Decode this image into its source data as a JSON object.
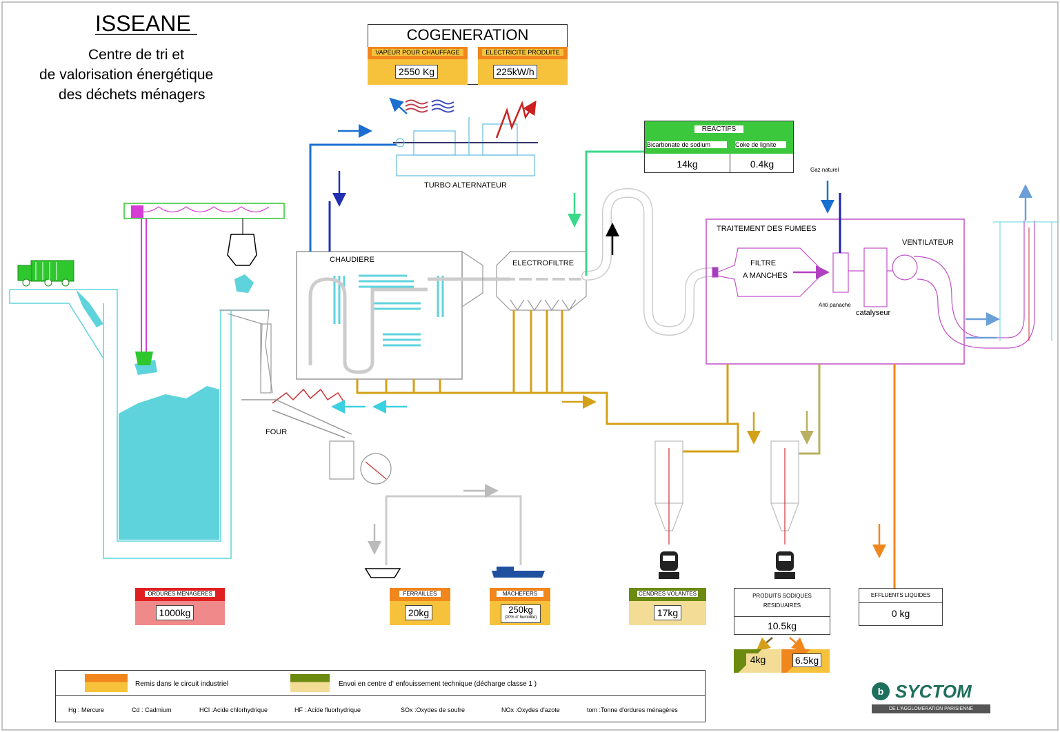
{
  "title": "ISSEANE",
  "subtitle": [
    "Centre de tri et",
    "de valorisation énergétique",
    "des déchets ménagers"
  ],
  "cogeneration": {
    "title": "COGENERATION",
    "vapeur_label": "VAPEUR POUR CHAUFFAGE",
    "vapeur_value": "2550 Kg",
    "elec_label": "ELECTRICITE PRODUITE",
    "elec_value": "225kW/h"
  },
  "reactifs": {
    "title": "REACTIFS",
    "bicarbonate_label": "Bicarbonate de sodium",
    "bicarbonate_value": "14kg",
    "coke_label": "Coke de lignite",
    "coke_value": "0.4kg"
  },
  "labels": {
    "turbo": "TURBO ALTERNATEUR",
    "chaudiere": "CHAUDIERE",
    "electrofiltre": "ELECTROFILTRE",
    "four": "FOUR",
    "gaz": "Gaz naturel",
    "traitement": "TRAITEMENT DES FUMEES",
    "filtre_1": "FILTRE",
    "filtre_2": "A MANCHES",
    "anti_panache": "Anti panache",
    "catalyseur": "catalyseur",
    "ventilateur": "VENTILATEUR"
  },
  "outputs": {
    "ordures_label": "ORDURES MENAGERES",
    "ordures_value": "1000kg",
    "ferrailles_label": "FERRAILLES",
    "ferrailles_value": "20kg",
    "machefers_label": "MACHEFERS",
    "machefers_value": "250kg",
    "machefers_note": "(20% d' humidité)",
    "cendres_label": "CENDRES VOLANTES",
    "cendres_value": "17kg",
    "produits_label_1": "PRODUITS SODIQUES",
    "produits_label_2": "RESIDUAIRES",
    "produits_value": "10.5kg",
    "produits_split_a": "4kg",
    "produits_split_b": "6.5kg",
    "effluents_label": "EFFLUENTS LIQUIDES",
    "effluents_value": "0 kg"
  },
  "legend": {
    "industriel": "Remis dans le circuit industriel",
    "enfouissement": "Envoi  en centre d' enfouissement technique (décharge classe 1 )",
    "abbr": [
      "Hg  : Mercure",
      "Cd  :  Cadmium",
      "HCl  :Acide chlorhydrique",
      "HF  :   Acide fluorhydrique",
      "SOx  :Oxydes de soufre",
      "NOx  :Oxydes d'azote",
      "tom  :Tonne d'ordures ménagères"
    ]
  },
  "logo": {
    "name": "SYCTOM",
    "tagline": "DE L'AGGLOMERATION PARISIENNE"
  },
  "colors": {
    "gold": "#d4a017",
    "orange": "#f0861c",
    "cyan": "#5fd3dc",
    "purple": "#b040c0",
    "green": "#3cc83c",
    "blue": "#1a6fd0"
  }
}
